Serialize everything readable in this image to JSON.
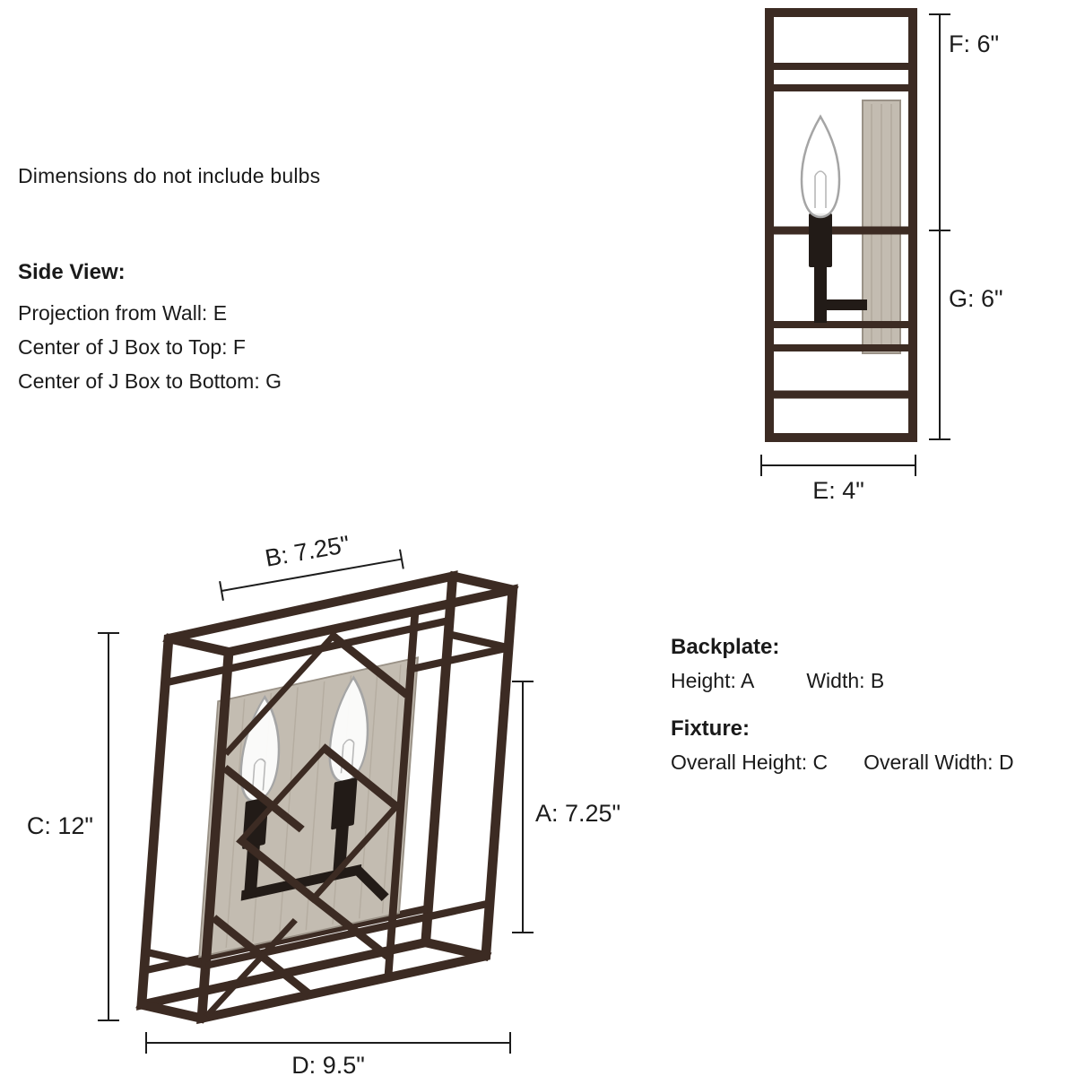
{
  "note": "Dimensions do not include bulbs",
  "side_view_legend": {
    "title": "Side View:",
    "lines": [
      "Projection from Wall: E",
      "Center of J Box to Top: F",
      "Center of J Box to Bottom: G"
    ]
  },
  "backplate_legend": {
    "title": "Backplate:",
    "height": "Height: A",
    "width": "Width: B"
  },
  "fixture_legend": {
    "title": "Fixture:",
    "height": "Overall Height: C",
    "width": "Overall Width: D"
  },
  "dimensions": {
    "A": "A: 7.25\"",
    "B": "B: 7.25\"",
    "C": "C: 12\"",
    "D": "D: 9.5\"",
    "E": "E: 4\"",
    "F": "F: 6\"",
    "G": "G: 6\""
  },
  "colors": {
    "frame_bronze": "#3c2b23",
    "candle_black": "#221b17",
    "wood_backplate": "#c3bcb1",
    "wood_grain": "#aba396",
    "dimension_line": "#1c1c1c",
    "background": "#ffffff"
  }
}
